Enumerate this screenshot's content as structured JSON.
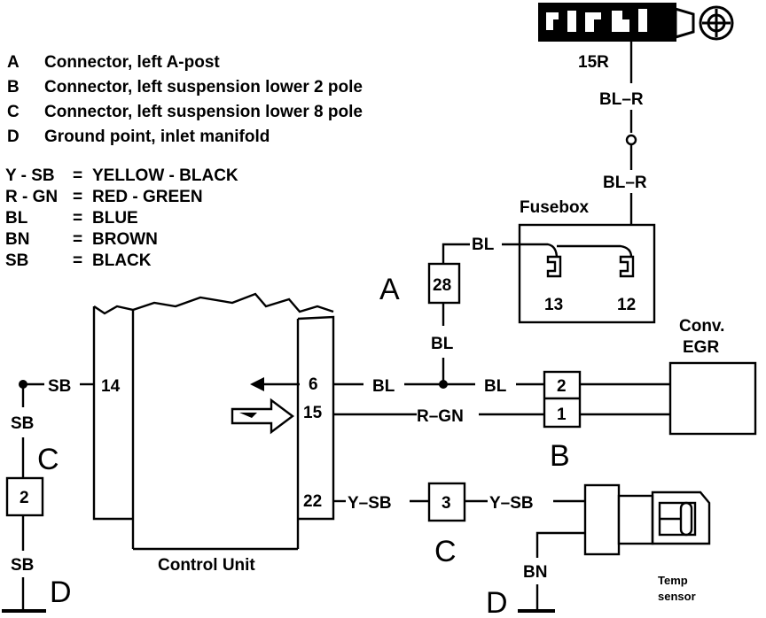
{
  "legend_letters": [
    {
      "key": "A",
      "text": "Connector, left A-post"
    },
    {
      "key": "B",
      "text": "Connector, left suspension lower 2 pole"
    },
    {
      "key": "C",
      "text": "Connector, left suspension lower 8 pole"
    },
    {
      "key": "D",
      "text": "Ground point, inlet manifold"
    }
  ],
  "legend_colors": [
    {
      "code": "Y - SB",
      "name": "YELLOW - BLACK"
    },
    {
      "code": "R - GN",
      "name": "RED - GREEN"
    },
    {
      "code": "BL",
      "name": "BLUE"
    },
    {
      "code": "BN",
      "name": "BROWN"
    },
    {
      "code": "SB",
      "name": "BLACK"
    }
  ],
  "wires": {
    "r15": "15R",
    "bl_r_1": "BL–R",
    "bl_r_2": "BL–R",
    "bl_fusebox": "BL",
    "bl_vert": "BL",
    "bl_6": "BL",
    "bl_right": "BL",
    "r_gn": "R–GN",
    "sb_14": "SB",
    "sb_vert": "SB",
    "sb_ground": "SB",
    "y_sb_left": "Y–SB",
    "y_sb_right": "Y–SB",
    "bn": "BN"
  },
  "fusebox": {
    "title": "Fusebox",
    "fuse_left": "13",
    "fuse_right": "12"
  },
  "connectors": {
    "a_letter": "A",
    "a_pin": "28",
    "b_letter": "B",
    "b_pin_top": "2",
    "b_pin_bottom": "1",
    "c_letter_left": "C",
    "c_pin_left": "2",
    "c_letter_mid": "C",
    "c_pin_mid": "3",
    "d_letter_left": "D",
    "d_letter_right": "D"
  },
  "control_unit": {
    "label": "Control Unit",
    "pin_14": "14",
    "pin_6": "6",
    "pin_15": "15",
    "pin_22": "22"
  },
  "egr": {
    "label_line1": "Conv.",
    "label_line2": "EGR"
  },
  "temp_sensor": {
    "line1": "Temp",
    "line2": "sensor"
  }
}
